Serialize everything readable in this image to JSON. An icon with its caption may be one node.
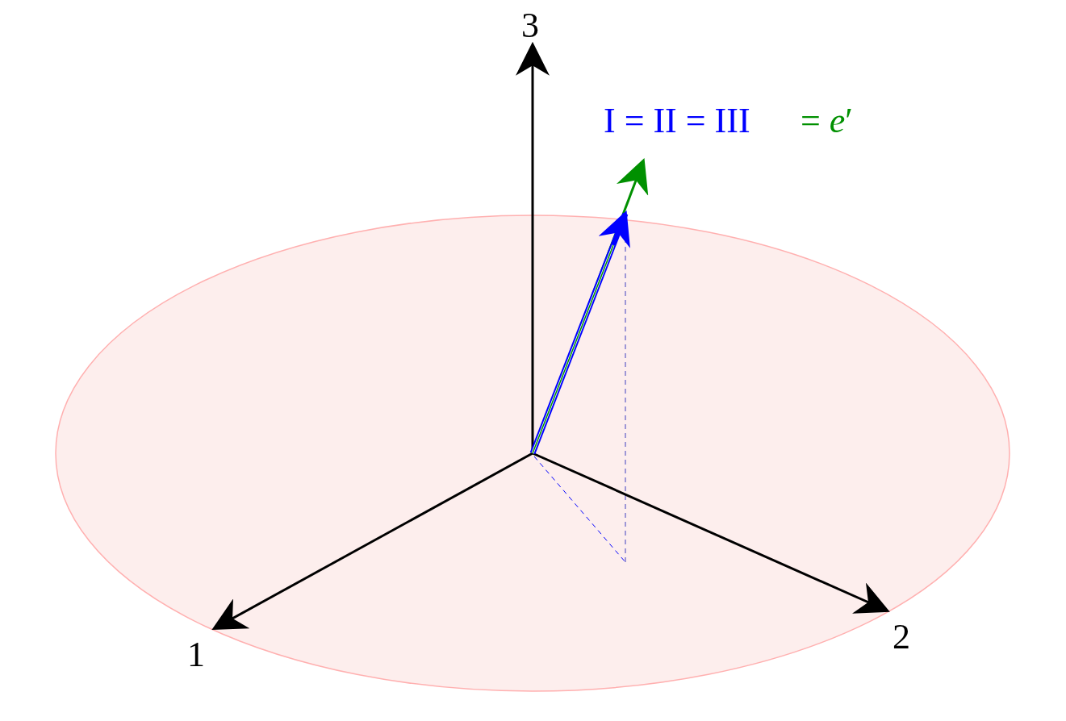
{
  "diagram": {
    "labels": [
      "3",
      "I = II = III",
      "= *e*′",
      "1",
      "2"
    ]
  }
}
